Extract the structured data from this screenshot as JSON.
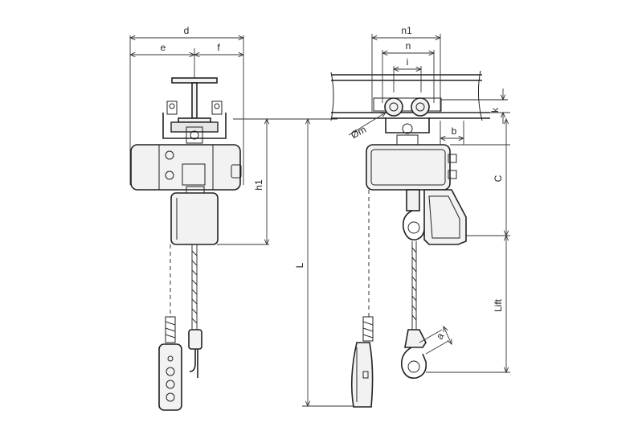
{
  "dimensions": {
    "d": "d",
    "e": "e",
    "f": "f",
    "h1": "h1",
    "n1": "n1",
    "n": "n",
    "i": "i",
    "k": "k",
    "m": "Øm",
    "b": "b",
    "C": "C",
    "L": "L",
    "lift": "Lift",
    "a": "a"
  }
}
